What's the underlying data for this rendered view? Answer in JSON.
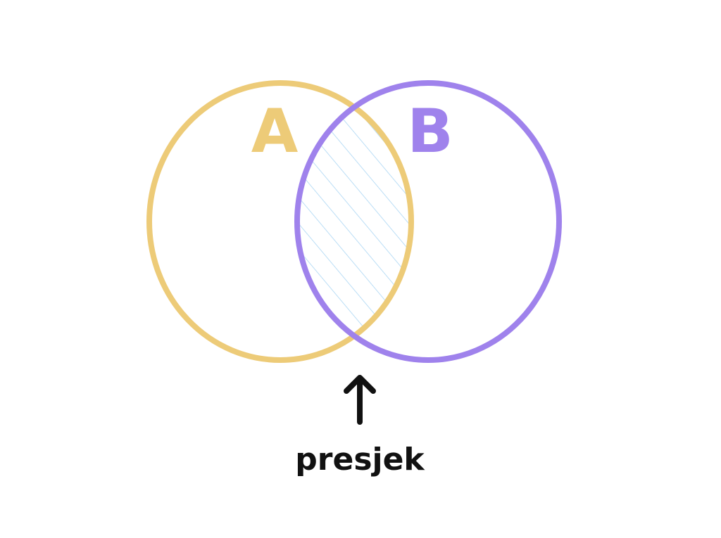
{
  "diagram": {
    "set_a": {
      "label": "A",
      "color": "#EDCB78"
    },
    "set_b": {
      "label": "B",
      "color": "#9F82EC"
    },
    "intersection": {
      "hatch_color": "#A9D5F3",
      "caption": "presjek"
    },
    "arrow": {
      "direction": "up",
      "color": "#111111"
    }
  }
}
